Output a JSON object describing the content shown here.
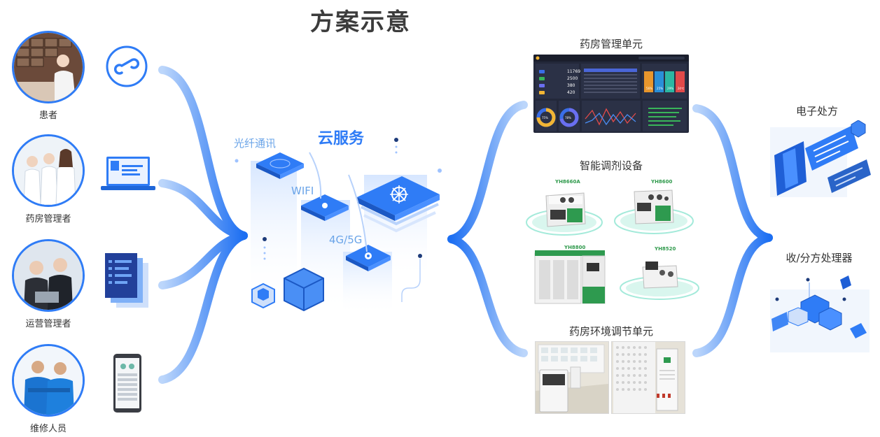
{
  "title": "方案示意",
  "roles": [
    {
      "label": "患者"
    },
    {
      "label": "药房管理者"
    },
    {
      "label": "运营管理者"
    },
    {
      "label": "维修人员"
    }
  ],
  "cloud": {
    "label": "云服务",
    "links": [
      "光纤通讯",
      "WIFI",
      "4G/5G"
    ]
  },
  "units": {
    "pharmacy_mgmt": "药房管理单元",
    "dispensing": "智能调剂设备",
    "environment": "药房环境调节单元"
  },
  "device_models": [
    "YH8660A",
    "YH8600",
    "YH8800",
    "YH8520"
  ],
  "outputs": {
    "eprescription": "电子处方",
    "processor": "收/分方处理器"
  },
  "dashboard": {
    "stats": [
      "11769",
      "2500",
      "380",
      "420"
    ],
    "gauges": [
      "75%",
      "78%"
    ],
    "tiles": [
      "56%",
      "25%",
      "29%",
      "24℃"
    ]
  },
  "colors": {
    "accent": "#2f7cf6",
    "light": "#6aa4e8"
  }
}
